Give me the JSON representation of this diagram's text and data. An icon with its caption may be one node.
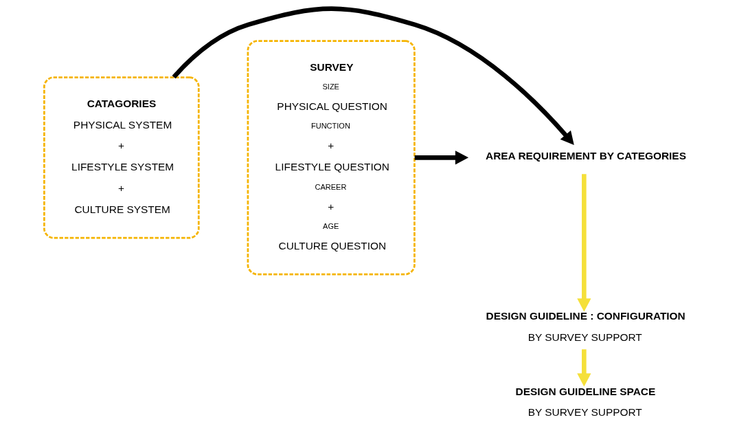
{
  "diagram": {
    "nodes": [
      {
        "text": [
          "CATAGORIES",
          "PHYSICAL SYSTEM",
          "+",
          "LIFESTYLE SYSTEM",
          "+",
          "CULTURE SYSTEM"
        ]
      },
      {
        "text": [
          "AREA REQUIREMENT BY CATEGORIES"
        ]
      },
      {
        "text": [
          "SURVEY",
          "SIZE",
          "PHYSICAL QUESTION",
          "FUNCTION",
          "+",
          "LIFESTYLE QUESTION",
          "CAREER",
          "+",
          "AGE",
          "CULTURE QUESTION"
        ]
      },
      {
        "text": [
          "DESIGN GUIDELINE : CONFIGURATION",
          "BY SURVEY SUPPORT"
        ]
      },
      {
        "text": [
          "DESIGN GUIDELINE SPACE",
          "BY SURVEY SUPPORT"
        ]
      }
    ],
    "edges": [
      {
        "from": 0,
        "to": 1,
        "arrow": "to"
      },
      {
        "from": 2,
        "to": 1,
        "arrow": "to"
      },
      {
        "from": 1,
        "to": 3,
        "arrow": "to",
        "color": "#f5e03a"
      },
      {
        "from": 3,
        "to": 4,
        "arrow": "to",
        "color": "#f5e03a"
      }
    ]
  }
}
